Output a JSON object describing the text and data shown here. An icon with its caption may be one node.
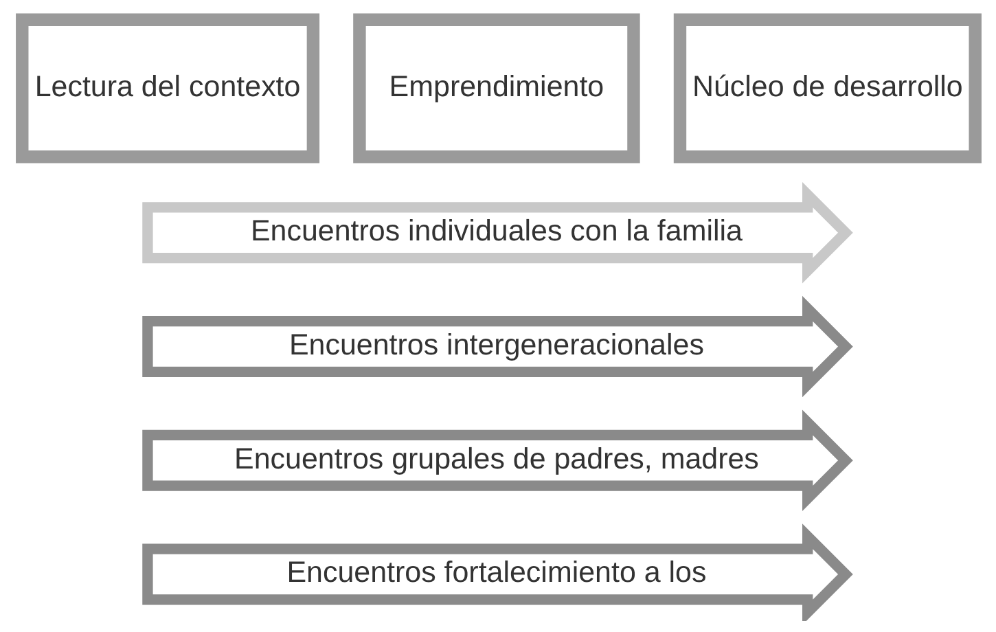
{
  "diagram": {
    "nodes": [
      {
        "text": [
          "Lectura del contexto"
        ]
      },
      {
        "text": [
          "Emprendimiento"
        ]
      },
      {
        "text": [
          "Núcleo de desarrollo"
        ]
      },
      {
        "text": [
          "Encuentros individuales con la familia"
        ]
      },
      {
        "text": [
          "Encuentros intergeneracionales"
        ]
      },
      {
        "text": [
          "Encuentros grupales de padres, madres"
        ]
      },
      {
        "text": [
          "Encuentros fortalecimiento a los"
        ]
      }
    ],
    "edges": []
  }
}
